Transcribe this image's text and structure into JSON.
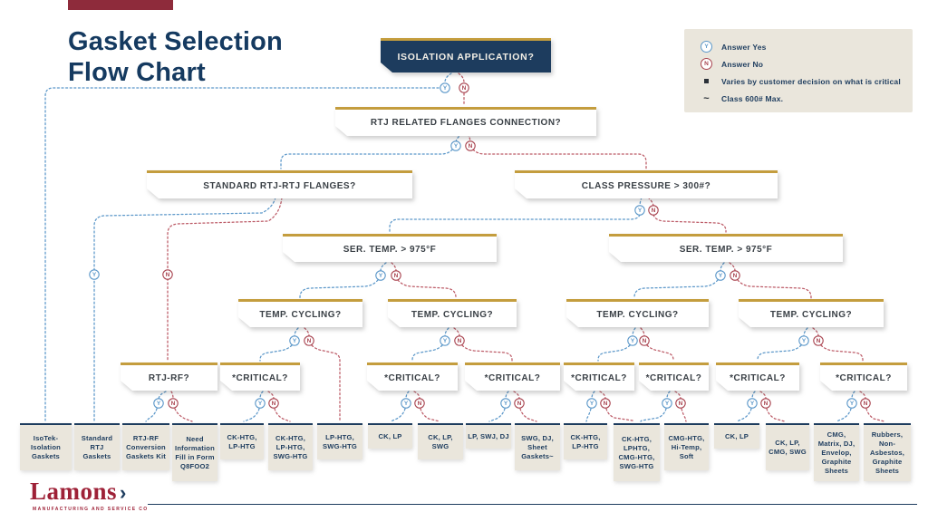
{
  "title": {
    "line1": "Gasket Selection",
    "line2": "Flow Chart"
  },
  "legend": {
    "items": [
      {
        "symbol": "Y",
        "text": "Answer Yes"
      },
      {
        "symbol": "N",
        "text": "Answer No"
      },
      {
        "symbol": "▪",
        "text": "Varies by customer decision on what is critical"
      },
      {
        "symbol": "~",
        "text": "Class 600# Max."
      }
    ]
  },
  "badges": {
    "yes": "Y",
    "no": "N"
  },
  "colors": {
    "yes_blue": "#5b97c9",
    "no_red": "#bc5a66",
    "no_red_dark": "#a8434f",
    "navy": "#1d3c5e",
    "gold": "#c49d3e",
    "maroon": "#8e2b3b",
    "beige": "#eae6dc",
    "title_navy": "#153a60",
    "logo_red": "#9e2137"
  },
  "flow": {
    "nodes": [
      {
        "id": "isolation",
        "kind": "root",
        "label": "ISOLATION APPLICATION?"
      },
      {
        "id": "rtj_related",
        "kind": "question",
        "label": "RTJ RELATED FLANGES CONNECTION?"
      },
      {
        "id": "standard_rtj",
        "kind": "question",
        "label": "STANDARD RTJ-RTJ FLANGES?"
      },
      {
        "id": "class_pressure",
        "kind": "question",
        "label": "CLASS PRESSURE > 300#?"
      },
      {
        "id": "ser_temp_left",
        "kind": "question",
        "label": "SER. TEMP. > 975°F"
      },
      {
        "id": "ser_temp_right",
        "kind": "question",
        "label": "SER. TEMP. > 975°F"
      },
      {
        "id": "tc1",
        "kind": "question",
        "label": "TEMP. CYCLING?"
      },
      {
        "id": "tc2",
        "kind": "question",
        "label": "TEMP. CYCLING?"
      },
      {
        "id": "tc3",
        "kind": "question",
        "label": "TEMP. CYCLING?"
      },
      {
        "id": "tc4",
        "kind": "question",
        "label": "TEMP. CYCLING?"
      },
      {
        "id": "rtj_rf",
        "kind": "question",
        "label": "RTJ-RF?"
      },
      {
        "id": "crit1",
        "kind": "question",
        "label": "*CRITICAL?"
      },
      {
        "id": "crit2",
        "kind": "question",
        "label": "*CRITICAL?"
      },
      {
        "id": "crit3",
        "kind": "question",
        "label": "*CRITICAL?"
      },
      {
        "id": "crit4",
        "kind": "question",
        "label": "*CRITICAL?"
      },
      {
        "id": "crit5",
        "kind": "question",
        "label": "*CRITICAL?"
      },
      {
        "id": "crit6",
        "kind": "question",
        "label": "*CRITICAL?"
      },
      {
        "id": "crit7",
        "kind": "question",
        "label": "*CRITICAL?"
      },
      {
        "id": "l1",
        "kind": "result",
        "label": "IsoTek-Isolation Gaskets"
      },
      {
        "id": "l2",
        "kind": "result",
        "label": "Standard RTJ Gaskets"
      },
      {
        "id": "l3",
        "kind": "result",
        "label": "RTJ-RF Conversion Gaskets Kit"
      },
      {
        "id": "l4",
        "kind": "result",
        "label": "Need Information Fill in Form Q8FOO2"
      },
      {
        "id": "l5",
        "kind": "result",
        "label": "CK-HTG, LP-HTG"
      },
      {
        "id": "l6",
        "kind": "result",
        "label": "CK-HTG, LP-HTG, SWG-HTG"
      },
      {
        "id": "l7",
        "kind": "result",
        "label": "LP-HTG, SWG-HTG"
      },
      {
        "id": "l8",
        "kind": "result",
        "label": "CK, LP"
      },
      {
        "id": "l9",
        "kind": "result",
        "label": "CK, LP, SWG"
      },
      {
        "id": "l10",
        "kind": "result",
        "label": "LP, SWJ, DJ"
      },
      {
        "id": "l11",
        "kind": "result",
        "label": "SWG, DJ, Sheet Gaskets~"
      },
      {
        "id": "l12",
        "kind": "result",
        "label": "CK-HTG, LP-HTG"
      },
      {
        "id": "l13",
        "kind": "result",
        "label": "CK-HTG, LPHTG, CMG-HTG, SWG-HTG"
      },
      {
        "id": "l14",
        "kind": "result",
        "label": "CMG-HTG, Hi-Temp, Soft"
      },
      {
        "id": "l15",
        "kind": "result",
        "label": "CK, LP"
      },
      {
        "id": "l16",
        "kind": "result",
        "label": "CK, LP, CMG, SWG"
      },
      {
        "id": "l17",
        "kind": "result",
        "label": "CMG, Matrix, DJ, Envelop, Graphite Sheets"
      },
      {
        "id": "l18",
        "kind": "result",
        "label": "Rubbers, Non-Asbestos, Graphite Sheets"
      }
    ],
    "edges": [
      {
        "from": "isolation",
        "answer": "Y",
        "to": "l1"
      },
      {
        "from": "isolation",
        "answer": "N",
        "to": "rtj_related"
      },
      {
        "from": "rtj_related",
        "answer": "Y",
        "to": "standard_rtj"
      },
      {
        "from": "rtj_related",
        "answer": "N",
        "to": "class_pressure"
      },
      {
        "from": "standard_rtj",
        "answer": "Y",
        "to": "l2"
      },
      {
        "from": "standard_rtj",
        "answer": "N",
        "to": "rtj_rf"
      },
      {
        "from": "rtj_rf",
        "answer": "Y",
        "to": "l3"
      },
      {
        "from": "rtj_rf",
        "answer": "N",
        "to": "l4"
      },
      {
        "from": "class_pressure",
        "answer": "Y",
        "to": "ser_temp_left"
      },
      {
        "from": "class_pressure",
        "answer": "N",
        "to": "ser_temp_right"
      },
      {
        "from": "ser_temp_left",
        "answer": "Y",
        "to": "tc1"
      },
      {
        "from": "ser_temp_left",
        "answer": "N",
        "to": "tc2"
      },
      {
        "from": "ser_temp_right",
        "answer": "Y",
        "to": "tc3"
      },
      {
        "from": "ser_temp_right",
        "answer": "N",
        "to": "tc4"
      },
      {
        "from": "tc1",
        "answer": "Y",
        "to": "crit1"
      },
      {
        "from": "tc1",
        "answer": "N",
        "to": "l7"
      },
      {
        "from": "tc2",
        "answer": "Y",
        "to": "crit2"
      },
      {
        "from": "tc2",
        "answer": "N",
        "to": "crit3"
      },
      {
        "from": "tc3",
        "answer": "Y",
        "to": "crit4"
      },
      {
        "from": "tc3",
        "answer": "N",
        "to": "crit5"
      },
      {
        "from": "tc4",
        "answer": "Y",
        "to": "crit6"
      },
      {
        "from": "tc4",
        "answer": "N",
        "to": "crit7"
      },
      {
        "from": "crit1",
        "answer": "Y",
        "to": "l5"
      },
      {
        "from": "crit1",
        "answer": "N",
        "to": "l6"
      },
      {
        "from": "crit2",
        "answer": "Y",
        "to": "l8"
      },
      {
        "from": "crit2",
        "answer": "N",
        "to": "l9"
      },
      {
        "from": "crit3",
        "answer": "Y",
        "to": "l10"
      },
      {
        "from": "crit3",
        "answer": "N",
        "to": "l11"
      },
      {
        "from": "crit4",
        "answer": "Y",
        "to": "l12"
      },
      {
        "from": "crit4",
        "answer": "N",
        "to": "l13"
      },
      {
        "from": "crit5",
        "answer": "Y",
        "to": "l13"
      },
      {
        "from": "crit5",
        "answer": "N",
        "to": "l14"
      },
      {
        "from": "crit6",
        "answer": "Y",
        "to": "l15"
      },
      {
        "from": "crit6",
        "answer": "N",
        "to": "l16"
      },
      {
        "from": "crit7",
        "answer": "Y",
        "to": "l17"
      },
      {
        "from": "crit7",
        "answer": "N",
        "to": "l18"
      }
    ]
  },
  "logo": {
    "name": "Lamons",
    "arrow_icon": "›",
    "tagline": "MANUFACTURING AND SERVICE CO"
  }
}
